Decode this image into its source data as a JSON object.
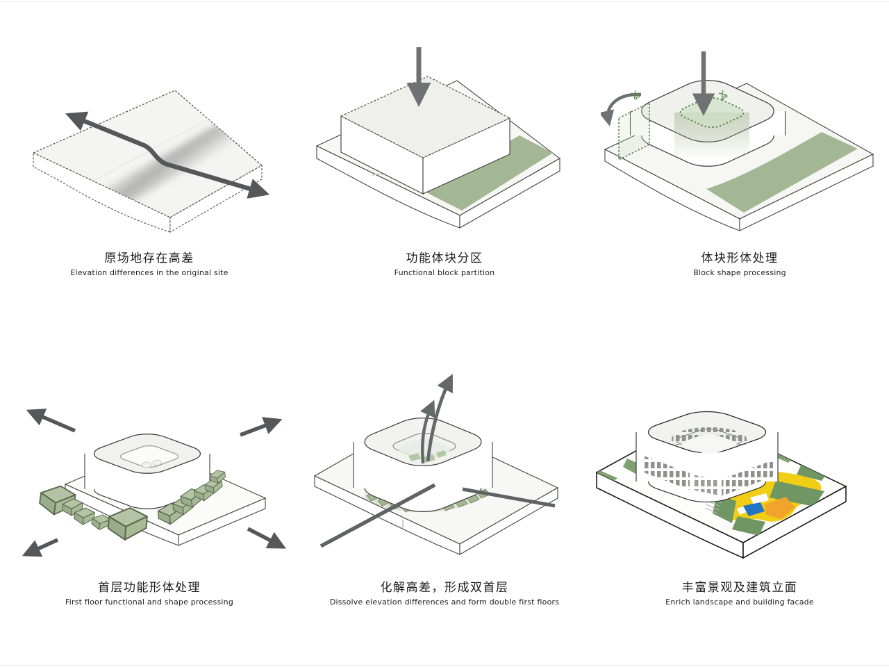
{
  "page": {
    "kind": "architecture concept process diagram sheet",
    "background": "#ffffff"
  },
  "colors": {
    "ink": "#1c1c1c",
    "site_green": "#a4b795",
    "block_green_top": "#b3c3a3",
    "block_green_face": "#9aad8a",
    "green_dash": "#5c8a52",
    "outline": "#3f4540",
    "arrow_gray": "#54585a",
    "slab_top": "#f4f4f2",
    "block_top": "#f0f1ed",
    "path_yellow": "#f2cd15",
    "lawn_green": "#6f9663",
    "pond_blue": "#2175c4",
    "play_orange": "#f0a42c",
    "window_gray": "#8e918e"
  },
  "panels": [
    {
      "id": "step-1",
      "title_zh": "原场地存在高差",
      "title_en": "Elevation differences in the original site"
    },
    {
      "id": "step-2",
      "title_zh": "功能体块分区",
      "title_en": "Functional block partition"
    },
    {
      "id": "step-3",
      "title_zh": "体块形体处理",
      "title_en": "Block shape processing"
    },
    {
      "id": "step-4",
      "title_zh": "首层功能形体处理",
      "title_en": "First floor functional and shape processing"
    },
    {
      "id": "step-5",
      "title_zh": "化解高差，形成双首层",
      "title_en": "Dissolve elevation differences and form double first floors"
    },
    {
      "id": "step-6",
      "title_zh": "丰富景观及建筑立面",
      "title_en": "Enrich landscape and building facade"
    }
  ]
}
